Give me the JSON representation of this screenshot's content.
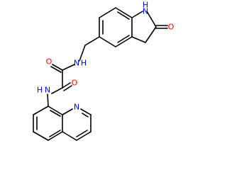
{
  "diagram": {
    "type": "chemical-structure",
    "background_color": "#ffffff",
    "bond_color": "#000000",
    "colors": {
      "carbon_heteroatom_O": "#ff0000",
      "heteroatom_N": "#0000ff"
    },
    "atom_labels": {
      "indolinone_NH": "H",
      "indolinone_NH_N": "N",
      "lactam_O": "O",
      "amide_NH_upper_N": "N",
      "amide_NH_upper_H": "H",
      "oxalyl_O_upper": "O",
      "oxalyl_O_lower": "O",
      "amide_NH_lower_N": "N",
      "amide_NH_lower_H": "H",
      "quinoline_N": "N"
    }
  }
}
